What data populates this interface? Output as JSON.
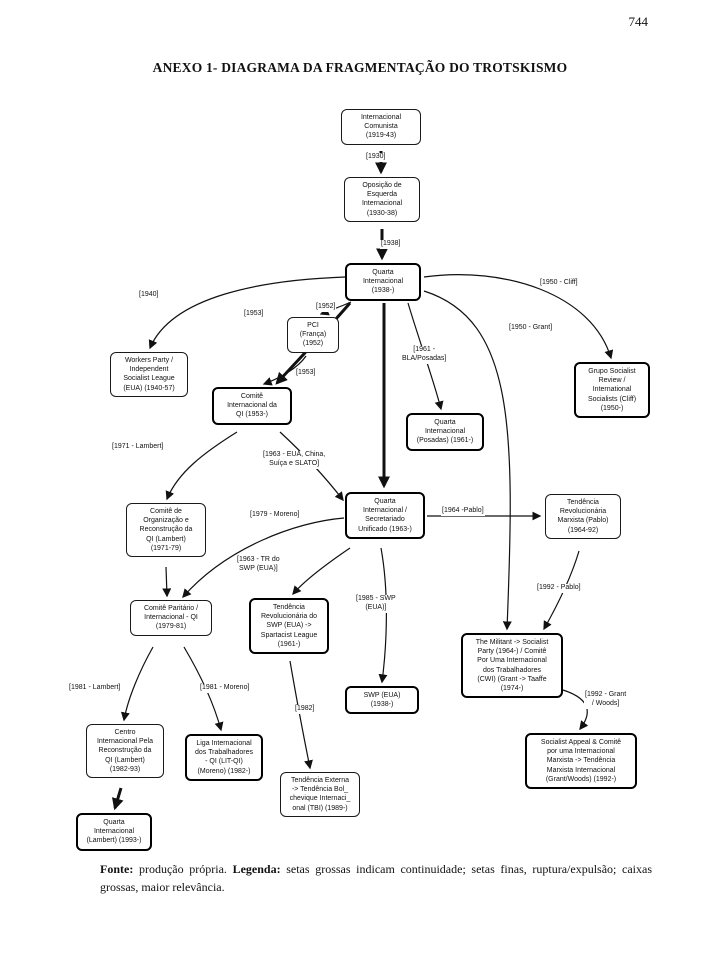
{
  "page": {
    "number": "744",
    "title": "ANEXO 1- DIAGRAMA DA FRAGMENTAÇÃO DO TROTSKISMO"
  },
  "footer": {
    "fonte_label": "Fonte:",
    "fonte_text": " produção própria. ",
    "legenda_label": "Legenda:",
    "legenda_text": " setas grossas indicam continuidade; setas finas, ruptura/expulsão; caixas grossas, maior relevância."
  },
  "diagram": {
    "legend_meaning": {
      "thick_arrow": "continuidade",
      "thin_arrow": "ruptura/expulsão",
      "thick_box": "maior relevância"
    },
    "nodes": [
      {
        "id": "ic",
        "label": "Internacional\nComunista\n(1919-43)",
        "bold": false
      },
      {
        "id": "oei",
        "label": "Oposição de\nEsquerda\nInternacional\n(1930-38)",
        "bold": false
      },
      {
        "id": "qi38",
        "label": "Quarta\nInternacional\n(1938-)",
        "bold": true
      },
      {
        "id": "pci",
        "label": "PCI\n(França)\n(1952)",
        "bold": false
      },
      {
        "id": "wp",
        "label": "Workers Party /\nIndependent\nSocialist League\n(EUA) (1940-57)",
        "bold": false
      },
      {
        "id": "gsr",
        "label": "Grupo Socialist\nReview /\nInternational\nSocialists (Cliff)\n(1950-)",
        "bold": true
      },
      {
        "id": "ci",
        "label": "Comitê\nInternacional da\nQI (1953-)",
        "bold": true
      },
      {
        "id": "qip",
        "label": "Quarta\nInternacional\n(Posadas) (1961-)",
        "bold": true
      },
      {
        "id": "cor",
        "label": "Comitê de\nOrganização e\nReconstrução da\nQI (Lambert)\n(1971-79)",
        "bold": false
      },
      {
        "id": "qisu",
        "label": "Quarta\nInternacional /\nSecretariado\nUnificado (1963-)",
        "bold": true
      },
      {
        "id": "trm",
        "label": "Tendência\nRevolucionária\nMarxista (Pablo)\n(1964-92)",
        "bold": false
      },
      {
        "id": "cp",
        "label": "Comitê Paritário /\nInternacional - QI\n(1979-81)",
        "bold": false
      },
      {
        "id": "trswp",
        "label": "Tendência\nRevolucionária do\nSWP (EUA) ->\nSpartacist League\n(1961-)",
        "bold": true
      },
      {
        "id": "mil",
        "label": "The Militant -> Socialist\nParty (1964-) / Comitê\nPor Uma Internacional\ndos Trabalhadores\n(CWI) (Grant -> Taaffe\n(1974-)",
        "bold": true
      },
      {
        "id": "swp",
        "label": "SWP (EUA)\n(1938-)",
        "bold": true
      },
      {
        "id": "cir",
        "label": "Centro\nInternacional Pela\nReconstrução da\nQI (Lambert)\n(1982-93)",
        "bold": false
      },
      {
        "id": "lit",
        "label": "Liga Internacional\ndos Trabalhadores\n- QI (LIT-QI)\n(Moreno) (1982-)",
        "bold": true
      },
      {
        "id": "te",
        "label": "Tendência Externa\n-> Tendência Bol_\nchevique Internaci_\nonal (TBI) (1989-)",
        "bold": false
      },
      {
        "id": "sa",
        "label": "Socialist Appeal & Comitê\npor uma Internacional\nMarxista -> Tendência\nMarxista Internacional\n(Grant/Woods) (1992-)",
        "bold": true
      },
      {
        "id": "qil",
        "label": "Quarta\nInternacional\n(Lambert) (1993-)",
        "bold": true
      }
    ],
    "edge_labels": [
      {
        "text": "[1930]"
      },
      {
        "text": "[1938]"
      },
      {
        "text": "[1940]"
      },
      {
        "text": "[1953]"
      },
      {
        "text": "[1952]"
      },
      {
        "text": "[1950 - Cliff]"
      },
      {
        "text": "[1950 - Grant]"
      },
      {
        "text": "[1961 -\nBLA/Posadas]"
      },
      {
        "text": "[1953]"
      },
      {
        "text": "[1971 - Lambert]"
      },
      {
        "text": "[1963 - EUA, China,\nSuíça e SLATO]"
      },
      {
        "text": "[1979 - Moreno]"
      },
      {
        "text": "[1964 -Pablo]"
      },
      {
        "text": "[1963 - TR do\nSWP (EUA)]"
      },
      {
        "text": "[1992 - Pablo]"
      },
      {
        "text": "[1985 - SWP\n(EUA)]"
      },
      {
        "text": "[1981 - Lambert]"
      },
      {
        "text": "[1981 - Moreno]"
      },
      {
        "text": "[1982]"
      },
      {
        "text": "[1992 - Grant\n/ Woods]"
      }
    ]
  }
}
